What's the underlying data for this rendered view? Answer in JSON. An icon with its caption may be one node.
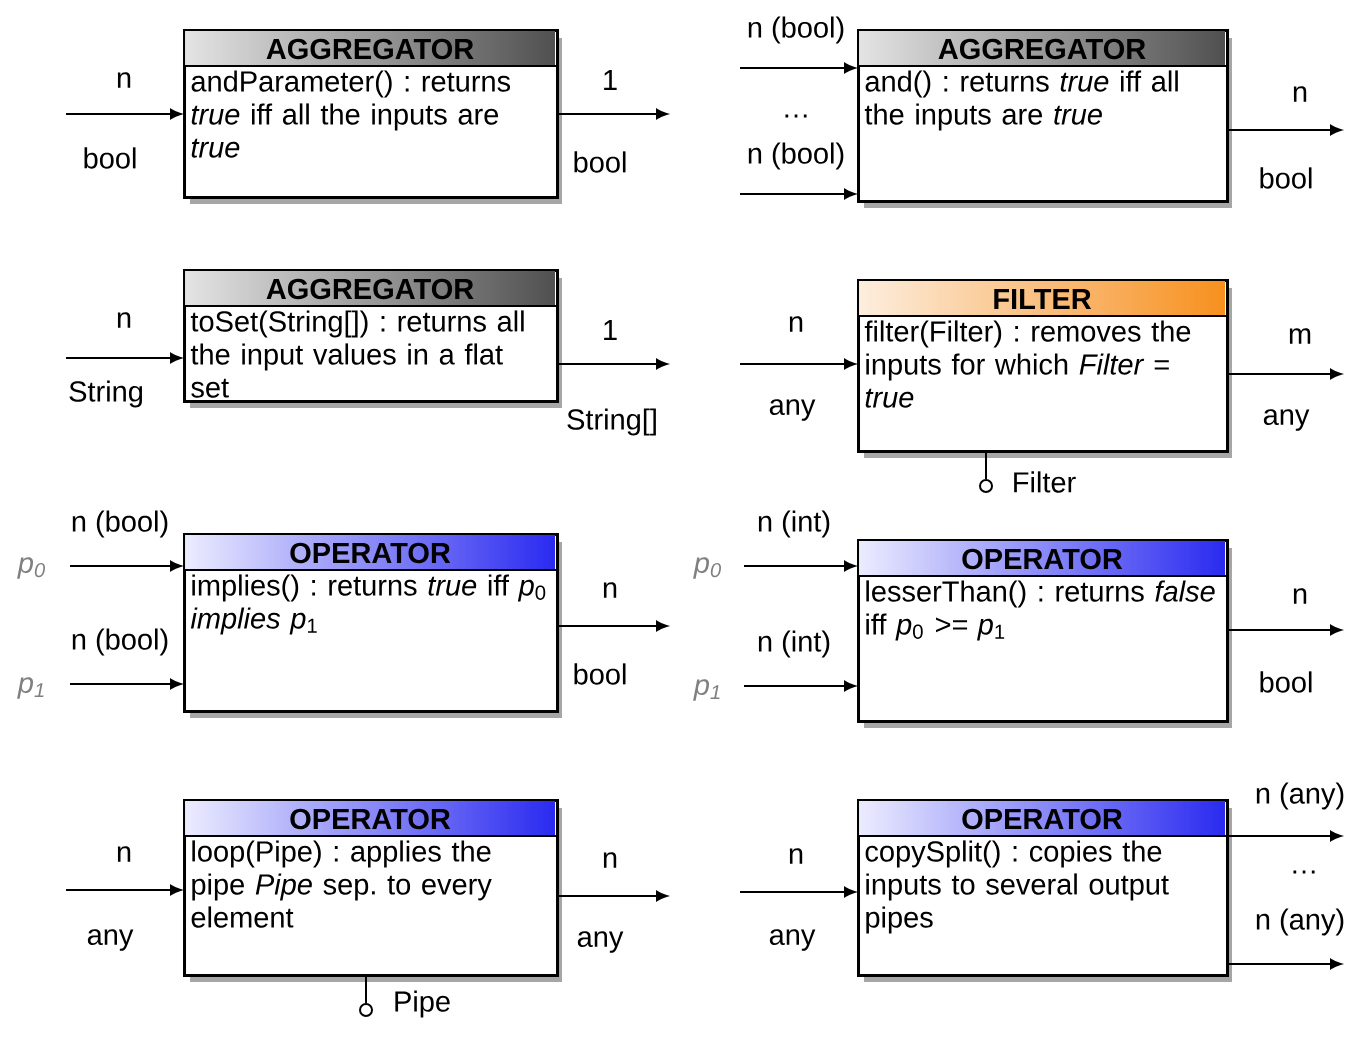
{
  "diagram": {
    "nodes": [
      {
        "text": [
          "AGGREGATOR",
          "andParameter() : returns *true* iff all the inputs are *true*"
        ]
      },
      {
        "text": [
          "AGGREGATOR",
          "and() : returns *true* iff all the inputs are *true*"
        ]
      },
      {
        "text": [
          "AGGREGATOR",
          "toSet(String[]) : returns all the input values in a flat set"
        ]
      },
      {
        "text": [
          "FILTER",
          "filter(Filter) : removes the inputs for which *Filter = true*"
        ]
      },
      {
        "text": [],
        "shape": "circle"
      },
      {
        "text": [
          "OPERATOR",
          "implies() : returns *true* iff *p*$_{0}$ *implies p*$_{1}$"
        ]
      },
      {
        "text": [
          "OPERATOR",
          "lesserThan() : returns *false* iff *p*$_{0}$ *>= p*$_{1}$"
        ]
      },
      {
        "text": [
          "OPERATOR",
          "loop(Pipe) : applies the pipe *Pipe* sep. to every element"
        ]
      },
      {
        "text": [],
        "shape": "circle"
      },
      {
        "text": [
          "OPERATOR",
          "copySplit() : copies the inputs to several output pipes"
        ]
      }
    ],
    "edges": [
      {
        "from": null,
        "to": 0,
        "arrow": "to",
        "label": "n"
      },
      {
        "from": 0,
        "to": null,
        "arrow": "to",
        "label": "1"
      },
      {
        "from": null,
        "to": 1,
        "arrow": "to",
        "label": "n (bool)"
      },
      {
        "from": null,
        "to": 1,
        "arrow": "to",
        "label": "n (bool)"
      },
      {
        "from": 1,
        "to": null,
        "arrow": "to",
        "label": "n"
      },
      {
        "from": null,
        "to": 2,
        "arrow": "to",
        "label": "n"
      },
      {
        "from": 2,
        "to": null,
        "arrow": "to",
        "label": "1"
      },
      {
        "from": null,
        "to": 3,
        "arrow": "to",
        "label": "n"
      },
      {
        "from": 3,
        "to": null,
        "arrow": "to",
        "label": "m"
      },
      {
        "from": 3,
        "to": 4,
        "arrow": "none",
        "label": "Filter"
      },
      {
        "from": null,
        "to": 5,
        "arrow": "to",
        "label": "n (bool)"
      },
      {
        "from": null,
        "to": 5,
        "arrow": "to",
        "label": "n (bool)"
      },
      {
        "from": 5,
        "to": null,
        "arrow": "to",
        "label": "n"
      },
      {
        "from": null,
        "to": 6,
        "arrow": "to",
        "label": "n (int)"
      },
      {
        "from": null,
        "to": 6,
        "arrow": "to",
        "label": "n (int)"
      },
      {
        "from": 6,
        "to": null,
        "arrow": "to",
        "label": "n"
      },
      {
        "from": null,
        "to": 7,
        "arrow": "to",
        "label": "n"
      },
      {
        "from": 7,
        "to": null,
        "arrow": "to",
        "label": "n"
      },
      {
        "from": 7,
        "to": 8,
        "arrow": "none",
        "label": "Pipe"
      },
      {
        "from": null,
        "to": 9,
        "arrow": "to",
        "label": "n"
      },
      {
        "from": 9,
        "to": null,
        "arrow": "to",
        "label": "n (any)"
      },
      {
        "from": 9,
        "to": null,
        "arrow": "to",
        "label": "n (any)"
      }
    ],
    "labels": [
      "bool",
      "bool",
      "…",
      "bool",
      "String",
      "String[]",
      "any",
      "any",
      "p$_{0}$",
      "p$_{1}$",
      "bool",
      "p$_{0}$",
      "p$_{1}$",
      "bool",
      "any",
      "any",
      "…",
      "any"
    ]
  }
}
